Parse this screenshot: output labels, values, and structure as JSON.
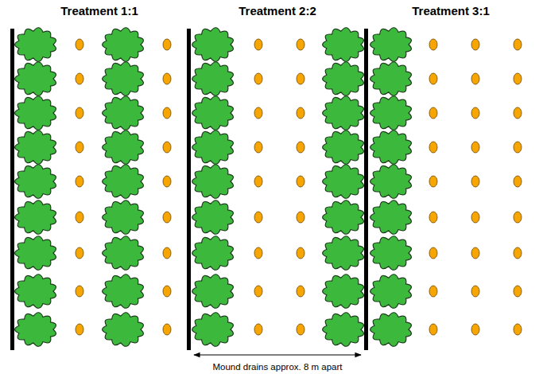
{
  "diagram": {
    "labels": [
      "Treatment 1:1",
      "Treatment 2:2",
      "Treatment 3:1",
      "Mound drains approx. 8 m apart"
    ]
  }
}
